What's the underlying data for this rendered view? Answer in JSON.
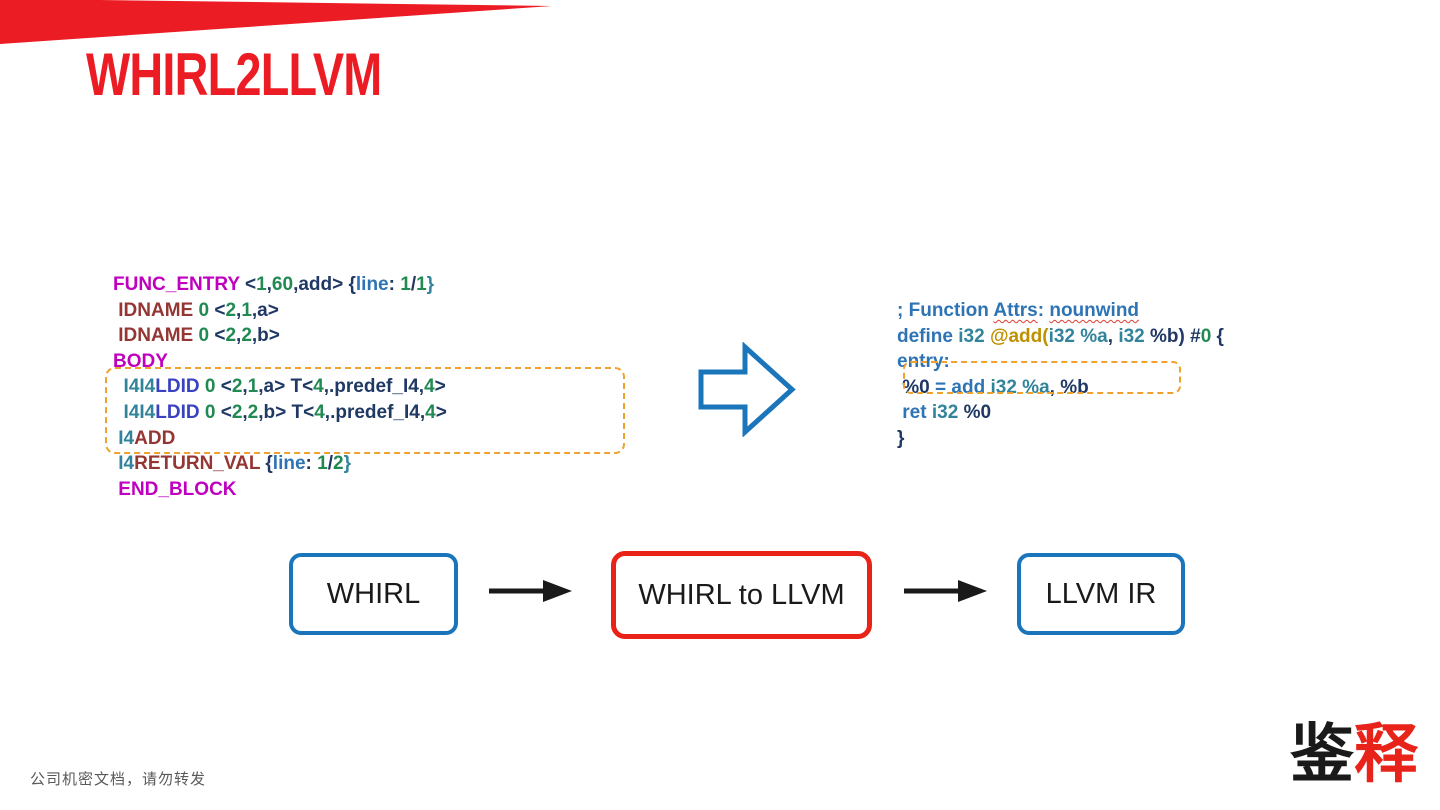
{
  "title": "WHIRL2LLVM",
  "footer": {
    "confidential": "公司机密文档，请勿转发"
  },
  "logo": {
    "char_black": "鉴",
    "char_red": "释"
  },
  "colors": {
    "magenta": "#BF00BF",
    "darkred": "#943634",
    "green": "#218A53",
    "navy": "#1F3864",
    "blue": "#2E74B5",
    "teal": "#31849B",
    "royal": "#3942C0",
    "gold": "#BF9000",
    "dash_orange": "#F0A22E",
    "banner_red": "#EC1C24",
    "box_red": "#EA2318",
    "box_blue": "#1B75BB",
    "arrow_black": "#1A1A1A"
  },
  "whirl_code": {
    "lines": [
      [
        {
          "t": "FUNC_ENTRY",
          "c": "magenta"
        },
        {
          "t": " <",
          "c": "navy"
        },
        {
          "t": "1",
          "c": "green"
        },
        {
          "t": ",",
          "c": "navy"
        },
        {
          "t": "60",
          "c": "green"
        },
        {
          "t": ",add> {",
          "c": "navy"
        },
        {
          "t": "line",
          "c": "blue"
        },
        {
          "t": ": ",
          "c": "navy"
        },
        {
          "t": "1",
          "c": "green"
        },
        {
          "t": "/",
          "c": "navy"
        },
        {
          "t": "1",
          "c": "green"
        },
        {
          "t": "}",
          "c": "teal"
        }
      ],
      [
        {
          "t": " IDNAME",
          "c": "darkred"
        },
        {
          "t": " ",
          "c": "navy"
        },
        {
          "t": "0",
          "c": "green"
        },
        {
          "t": " <",
          "c": "navy"
        },
        {
          "t": "2",
          "c": "green"
        },
        {
          "t": ",",
          "c": "navy"
        },
        {
          "t": "1",
          "c": "green"
        },
        {
          "t": ",a>",
          "c": "navy"
        }
      ],
      [
        {
          "t": " IDNAME",
          "c": "darkred"
        },
        {
          "t": " ",
          "c": "navy"
        },
        {
          "t": "0",
          "c": "green"
        },
        {
          "t": " <",
          "c": "navy"
        },
        {
          "t": "2",
          "c": "green"
        },
        {
          "t": ",",
          "c": "navy"
        },
        {
          "t": "2",
          "c": "green"
        },
        {
          "t": ",b>",
          "c": "navy"
        }
      ],
      [
        {
          "t": "BODY",
          "c": "magenta"
        }
      ],
      [
        {
          "t": "  I4I4",
          "c": "teal"
        },
        {
          "t": "LDID",
          "c": "royal"
        },
        {
          "t": " ",
          "c": "navy"
        },
        {
          "t": "0",
          "c": "green"
        },
        {
          "t": " <",
          "c": "navy"
        },
        {
          "t": "2",
          "c": "green"
        },
        {
          "t": ",",
          "c": "navy"
        },
        {
          "t": "1",
          "c": "green"
        },
        {
          "t": ",a> T<",
          "c": "navy"
        },
        {
          "t": "4",
          "c": "green"
        },
        {
          "t": ",.predef_I4,",
          "c": "navy"
        },
        {
          "t": "4",
          "c": "green"
        },
        {
          "t": ">",
          "c": "navy"
        }
      ],
      [
        {
          "t": "  I4I4",
          "c": "teal"
        },
        {
          "t": "LDID",
          "c": "royal"
        },
        {
          "t": " ",
          "c": "navy"
        },
        {
          "t": "0",
          "c": "green"
        },
        {
          "t": " <",
          "c": "navy"
        },
        {
          "t": "2",
          "c": "green"
        },
        {
          "t": ",",
          "c": "navy"
        },
        {
          "t": "2",
          "c": "green"
        },
        {
          "t": ",b> T<",
          "c": "navy"
        },
        {
          "t": "4",
          "c": "green"
        },
        {
          "t": ",.predef_I4,",
          "c": "navy"
        },
        {
          "t": "4",
          "c": "green"
        },
        {
          "t": ">",
          "c": "navy"
        }
      ],
      [
        {
          "t": " I4",
          "c": "teal"
        },
        {
          "t": "ADD",
          "c": "darkred"
        }
      ],
      [
        {
          "t": " I4",
          "c": "teal"
        },
        {
          "t": "RETURN_VAL",
          "c": "darkred"
        },
        {
          "t": " {",
          "c": "navy"
        },
        {
          "t": "line",
          "c": "blue"
        },
        {
          "t": ": ",
          "c": "navy"
        },
        {
          "t": "1",
          "c": "green"
        },
        {
          "t": "/",
          "c": "navy"
        },
        {
          "t": "2",
          "c": "green"
        },
        {
          "t": "}",
          "c": "teal"
        }
      ],
      [
        {
          "t": " END_BLOCK",
          "c": "magenta"
        }
      ]
    ]
  },
  "llvm_code": {
    "lines": [
      [
        {
          "t": "; Function ",
          "c": "blue"
        },
        {
          "t": "Attrs",
          "c": "blue",
          "wavy": true
        },
        {
          "t": ": ",
          "c": "blue"
        },
        {
          "t": "nounwind",
          "c": "blue",
          "wavy": true
        }
      ],
      [
        {
          "t": "define",
          "c": "blue"
        },
        {
          "t": " ",
          "c": "navy"
        },
        {
          "t": "i32",
          "c": "teal"
        },
        {
          "t": " ",
          "c": "navy"
        },
        {
          "t": "@add(",
          "c": "gold"
        },
        {
          "t": "i32",
          "c": "teal"
        },
        {
          "t": " ",
          "c": "navy"
        },
        {
          "t": "%a",
          "c": "teal"
        },
        {
          "t": ", ",
          "c": "navy"
        },
        {
          "t": "i32",
          "c": "teal"
        },
        {
          "t": " ",
          "c": "navy"
        },
        {
          "t": "%b",
          "c": "navy"
        },
        {
          "t": ") #",
          "c": "navy"
        },
        {
          "t": "0",
          "c": "green"
        },
        {
          "t": " {",
          "c": "navy"
        }
      ],
      [
        {
          "t": "entry:",
          "c": "blue"
        }
      ],
      [
        {
          "t": " %0",
          "c": "navy"
        },
        {
          "t": " = add ",
          "c": "blue"
        },
        {
          "t": "i32",
          "c": "teal"
        },
        {
          "t": " ",
          "c": "navy"
        },
        {
          "t": "%a",
          "c": "teal"
        },
        {
          "t": ", ",
          "c": "navy"
        },
        {
          "t": "%b",
          "c": "navy"
        }
      ],
      [
        {
          "t": " ret",
          "c": "blue"
        },
        {
          "t": " ",
          "c": "navy"
        },
        {
          "t": "i32",
          "c": "teal"
        },
        {
          "t": " ",
          "c": "navy"
        },
        {
          "t": "%0",
          "c": "navy"
        }
      ],
      [
        {
          "t": "}",
          "c": "navy"
        }
      ]
    ]
  },
  "flow": {
    "boxes": [
      {
        "label": "WHIRL"
      },
      {
        "label": "WHIRL to LLVM"
      },
      {
        "label": "LLVM IR"
      }
    ]
  }
}
